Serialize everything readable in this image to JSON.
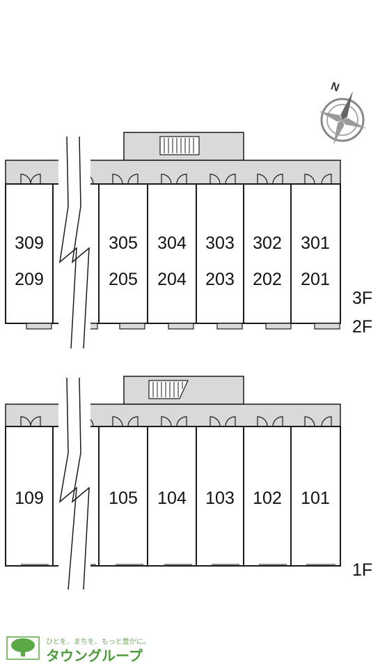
{
  "upper_block": {
    "units": [
      {
        "upper": "309",
        "lower": "209"
      },
      {
        "upper": "305",
        "lower": "205"
      },
      {
        "upper": "304",
        "lower": "204"
      },
      {
        "upper": "303",
        "lower": "203"
      },
      {
        "upper": "302",
        "lower": "202"
      },
      {
        "upper": "301",
        "lower": "201"
      }
    ],
    "floor_labels": [
      "3F",
      "2F"
    ]
  },
  "lower_block": {
    "units": [
      "109",
      "105",
      "104",
      "103",
      "102",
      "101"
    ],
    "floor_label": "1F"
  },
  "compass": {
    "label": "N",
    "icon": "compass-rose-icon"
  },
  "logo": {
    "tagline": "ひとを、まちを、もっと豊かに。",
    "name": "タウングループ",
    "icon": "tree-icon"
  },
  "colors": {
    "corridor": "#d9d9d9",
    "wall": "#1a1a1a",
    "brand": "#4d9a3a"
  }
}
